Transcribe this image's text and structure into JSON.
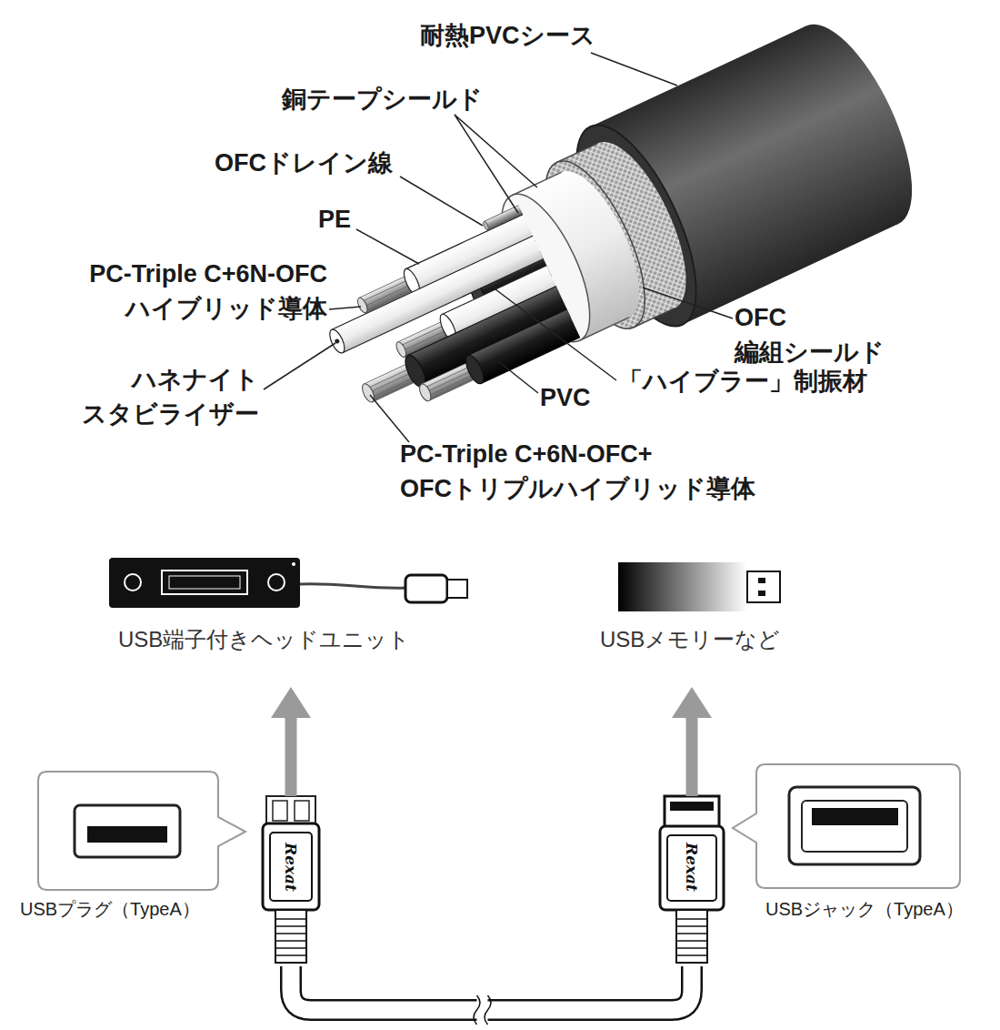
{
  "diagram": {
    "nodes": [
      {
        "text": [
          "USB端子付きヘッドユニット"
        ]
      },
      {
        "text": [
          "USBメモリーなど"
        ]
      },
      {
        "text": [
          "USBプラグ（TypeA）"
        ]
      },
      {
        "text": [
          "Rexat"
        ]
      },
      {
        "text": [
          "Rexat"
        ]
      },
      {
        "text": [
          "USBジャック（TypeA）"
        ]
      }
    ],
    "edges": [
      {
        "from": 3,
        "to": 0,
        "arrow": "to"
      },
      {
        "from": 4,
        "to": 1,
        "arrow": "to"
      },
      {
        "from": 3,
        "to": 4,
        "arrow": "none"
      }
    ],
    "labels": [
      "耐熱PVCシース",
      "銅テープシールド",
      "OFCドレイン線",
      "PE",
      "PC-Triple C+6N-OFC ハイブリッド導体",
      "OFC 編組シールド",
      "ハネナイト スタビライザー",
      "「ハイブラー」制振材",
      "PVC",
      "PC-Triple C+6N-OFC+ OFCトリプルハイブリッド導体"
    ]
  }
}
